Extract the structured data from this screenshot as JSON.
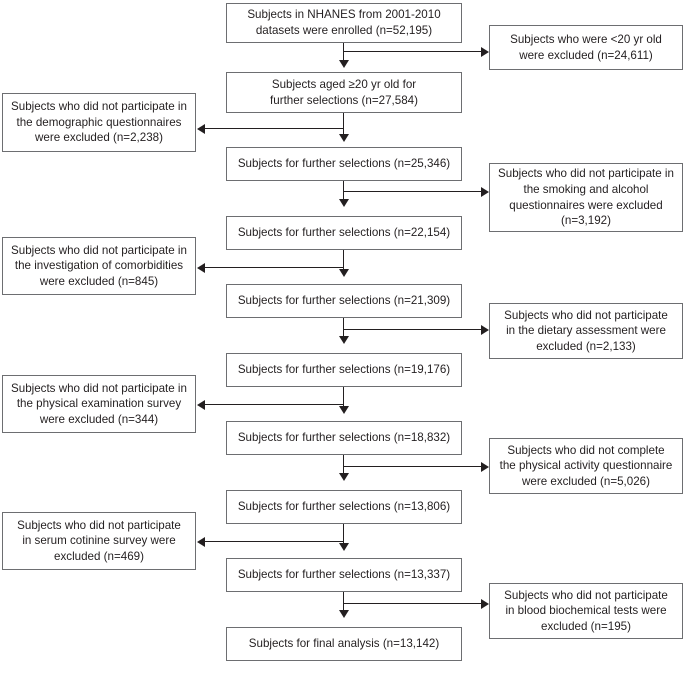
{
  "chart_data": {
    "type": "diagram",
    "title": "NHANES 2001-2010 participant selection flow diagram",
    "orientation": "top-to-bottom",
    "main_flow": [
      {
        "id": "enrolled",
        "label": "Subjects in NHANES from 2001-2010\ndatasets were enrolled (n=52,195)",
        "n": 52195
      },
      {
        "id": "age20",
        "label": "Subjects aged ≥20 yr old for\nfurther selections (n=27,584)",
        "n": 27584
      },
      {
        "id": "sel25346",
        "label": "Subjects for further selections (n=25,346)",
        "n": 25346
      },
      {
        "id": "sel22154",
        "label": "Subjects for further selections (n=22,154)",
        "n": 22154
      },
      {
        "id": "sel21309",
        "label": "Subjects for further selections (n=21,309)",
        "n": 21309
      },
      {
        "id": "sel19176",
        "label": "Subjects for further selections (n=19,176)",
        "n": 19176
      },
      {
        "id": "sel18832",
        "label": "Subjects for further selections (n=18,832)",
        "n": 18832
      },
      {
        "id": "sel13806",
        "label": "Subjects for further selections (n=13,806)",
        "n": 13806
      },
      {
        "id": "sel13337",
        "label": "Subjects for further selections (n=13,337)",
        "n": 13337
      },
      {
        "id": "final",
        "label": "Subjects for final analysis (n=13,142)",
        "n": 13142
      }
    ],
    "exclusions": [
      {
        "id": "excl_age",
        "side": "right",
        "label": "Subjects who were <20 yr old\nwere excluded (n=24,611)",
        "n": 24611
      },
      {
        "id": "excl_demo",
        "side": "left",
        "label": "Subjects who did not participate in\nthe demographic questionnaires\nwere excluded (n=2,238)",
        "n": 2238
      },
      {
        "id": "excl_smoking",
        "side": "right",
        "label": "Subjects who did not participate in\nthe smoking and alcohol\nquestionnaires were excluded\n(n=3,192)",
        "n": 3192
      },
      {
        "id": "excl_comorb",
        "side": "left",
        "label": "Subjects who did not participate in\nthe investigation of comorbidities\nwere excluded (n=845)",
        "n": 845
      },
      {
        "id": "excl_dietary",
        "side": "right",
        "label": "Subjects who did not participate\nin the dietary assessment were\nexcluded (n=2,133)",
        "n": 2133
      },
      {
        "id": "excl_physexam",
        "side": "left",
        "label": "Subjects who did not participate in\nthe physical examination survey\nwere excluded (n=344)",
        "n": 344
      },
      {
        "id": "excl_physact",
        "side": "right",
        "label": "Subjects who did not complete\nthe physical activity questionnaire\nwere excluded (n=5,026)",
        "n": 5026
      },
      {
        "id": "excl_cotinine",
        "side": "left",
        "label": "Subjects who did not participate\nin serum cotinine survey were\nexcluded (n=469)",
        "n": 469
      },
      {
        "id": "excl_blood",
        "side": "right",
        "label": "Subjects who did not participate\nin blood biochemical tests were\nexcluded (n=195)",
        "n": 195
      }
    ],
    "colors": {
      "box_border": "#6d6e71",
      "line": "#231f20",
      "text": "#231f20",
      "background": "#ffffff"
    }
  }
}
